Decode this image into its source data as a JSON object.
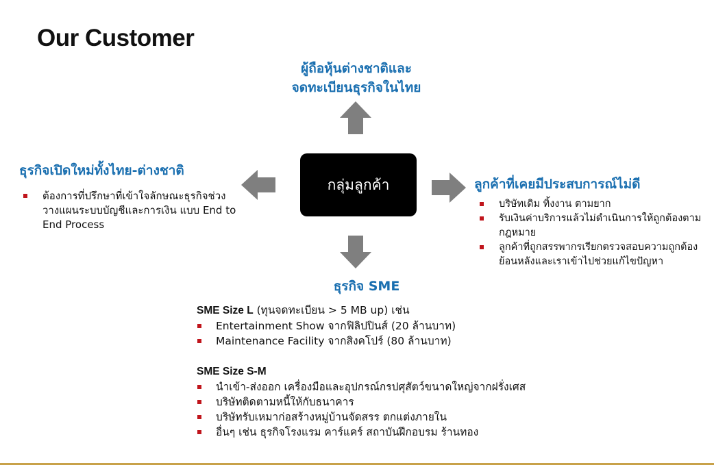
{
  "title": "Our Customer",
  "center": "กลุ่มลูกค้า",
  "top": {
    "heading_line1": "ผู้ถือหุ้นต่างชาติและ",
    "heading_line2": "จดทะเบียนธุรกิจในไทย"
  },
  "left": {
    "heading": "ธุรกิจเปิดใหม่ทั้งไทย-ต่างชาติ",
    "items": [
      "ต้องการที่ปรึกษาที่เข้าใจลักษณะธุรกิจช่วงวางแผนระบบบัญชีและการเงิน แบบ End to End Process"
    ]
  },
  "right": {
    "heading": "ลูกค้าที่เคยมีประสบการณ์ไม่ดี",
    "items": [
      "บริษัทเดิม ทิ้งงาน ตามยาก",
      "รับเงินค่าบริการแล้วไม่ดำเนินการให้ถูกต้องตามกฎหมาย",
      "ลูกค้าที่ถูกสรรพากรเรียกตรวจสอบความถูกต้องย้อนหลังและเราเข้าไปช่วยแก้ไขปัญหา"
    ]
  },
  "bottom": {
    "heading": "ธุรกิจ SME",
    "size_l": {
      "label": "SME Size L",
      "note": " (ทุนจดทะเบียน > 5 MB up) เช่น",
      "items": [
        "Entertainment  Show จากฟิลิปปินส์  (20 ล้านบาท)",
        "Maintenance Facility จากสิงคโปร์ (80 ล้านบาท)"
      ]
    },
    "size_sm": {
      "label": "SME Size S-M",
      "items": [
        "นำเข้า-ส่งออก เครื่องมือและอุปกรณ์กรปศุสัตว์ขนาดใหญ่จากฝรั่งเศส",
        "บริษัทติดตามหนี้ให้กับธนาคาร",
        "บริษัทรับเหมาก่อสร้างหมู่บ้านจัดสรร ตกแต่งภายใน",
        "อื่นๆ เช่น ธุรกิจโรงแรม คาร์แคร์ สถาบันฝึกอบรม ร้านทอง"
      ]
    }
  },
  "colors": {
    "heading": "#1a6fb0",
    "bullet": "#c0151c",
    "arrow": "#7f7f7f",
    "footer_line": "#c8a24a"
  }
}
